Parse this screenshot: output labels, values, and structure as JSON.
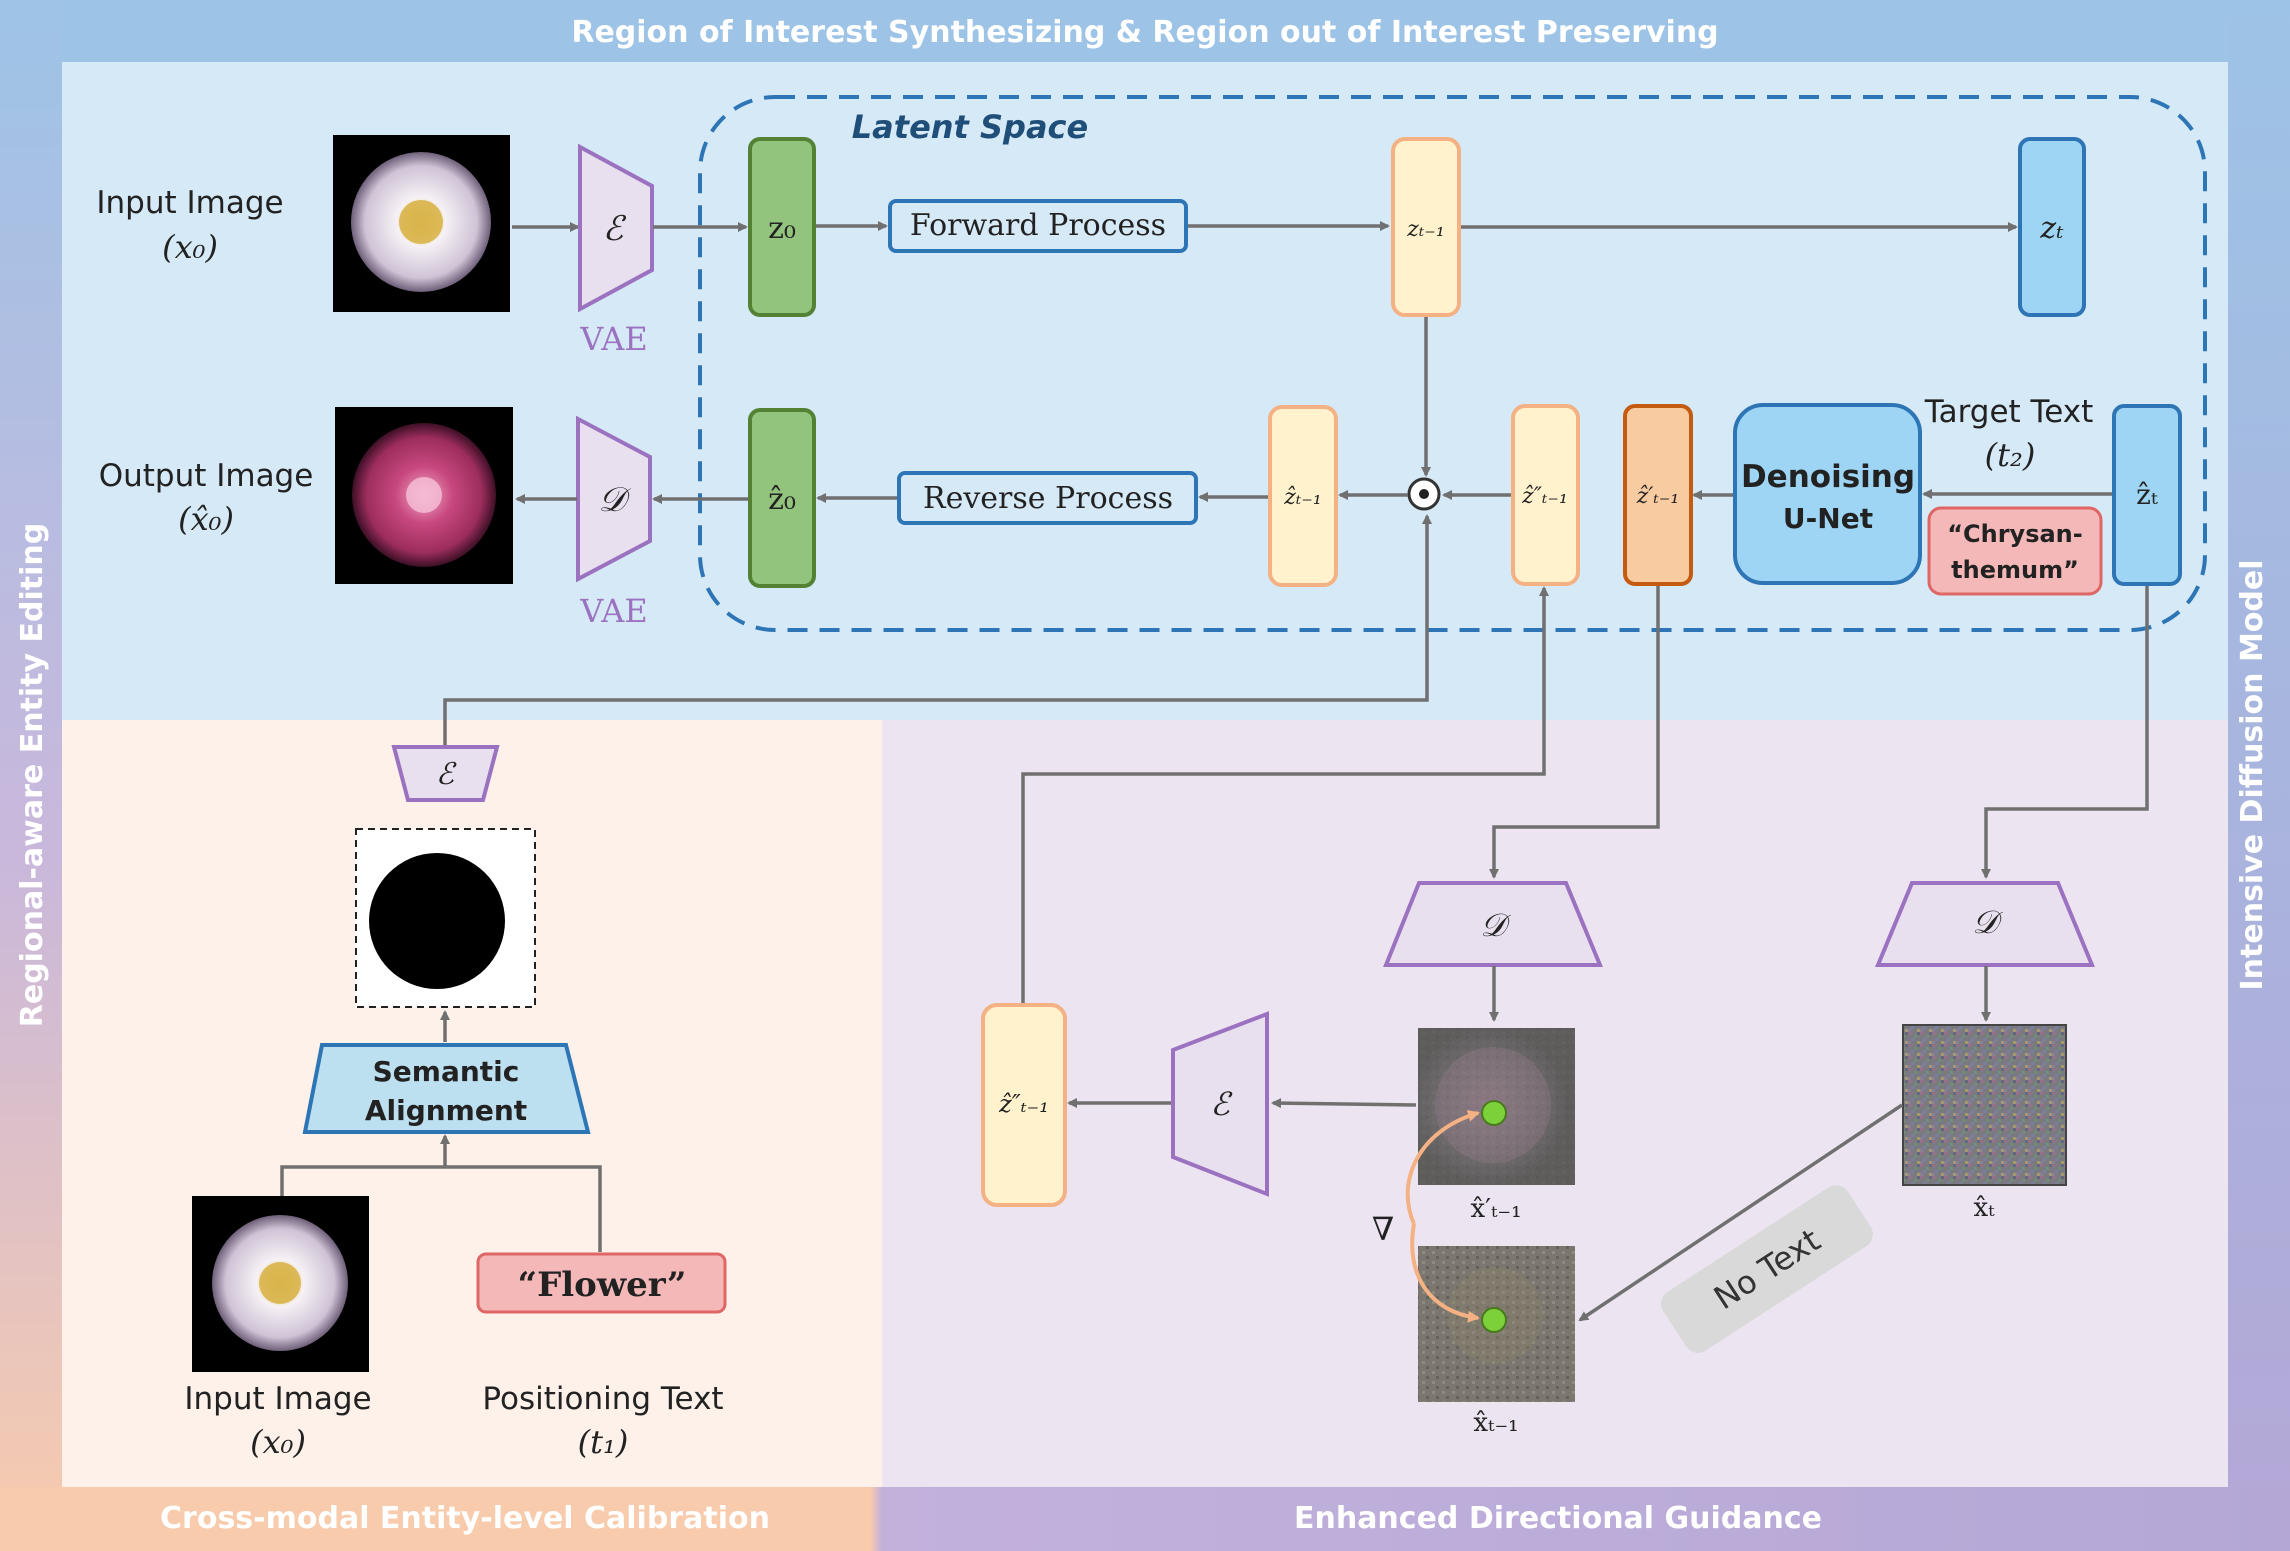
{
  "bands": {
    "top": "Region of Interest Synthesizing & Region out of Interest Preserving",
    "left": "Regional-aware Entity Editing",
    "right": "Intensive Diffusion Model",
    "bottom_left": "Cross-modal Entity-level Calibration",
    "bottom_right": "Enhanced Directional Guidance"
  },
  "latent_space": {
    "title": "Latent Space"
  },
  "input_image": {
    "label": "Input Image",
    "symbol": "(x₀)"
  },
  "output_image": {
    "label": "Output Image",
    "symbol": "(x̂₀)"
  },
  "encoder": {
    "symbol": "ℰ",
    "label": "VAE"
  },
  "decoder": {
    "symbol": "𝒟",
    "label": "VAE"
  },
  "latents": {
    "z0": "z₀",
    "zT_1": "zₜ₋₁",
    "zT": "zₜ",
    "zhat0": "ẑ₀",
    "zhatT_1": "ẑₜ₋₁",
    "zhatT_1_dd": "ẑ″ₜ₋₁",
    "zhatT_1_d": "ẑ′ₜ₋₁",
    "zhatT": "ẑₜ",
    "zhatT_1_dd_low": "ẑ″ₜ₋₁"
  },
  "processes": {
    "forward": "Forward Process",
    "reverse": "Reverse Process",
    "multiply": "⊙"
  },
  "unet": {
    "line1": "Denoising",
    "line2": "U-Net"
  },
  "target_text": {
    "label": "Target Text",
    "symbol": "(t₂)",
    "prompt_line1": "“Chrysan-",
    "prompt_line2": "themum”"
  },
  "calibration": {
    "encoder_symbol": "ℰ",
    "semantic_line1": "Semantic",
    "semantic_line2": "Alignment",
    "input_label": "Input Image",
    "input_symbol": "(x₀)",
    "positioning_label": "Positioning Text",
    "positioning_symbol": "(t₁)",
    "prompt": "“Flower”"
  },
  "guidance": {
    "decoder1": "𝒟",
    "decoder2": "𝒟",
    "encoder": "ℰ",
    "x_prime": "x̂′ₜ₋₁",
    "x_hat": "x̂ₜ₋₁",
    "x_T": "x̂ₜ",
    "gradient": "∇",
    "no_text": "No Text"
  },
  "colors": {
    "band_top": "#9dc3e6",
    "band_bottom_left": "#f8cbad",
    "band_bottom_right": "#b4a7d6",
    "latent_green": "#93c47d",
    "latent_yellow": "#fff2cc",
    "latent_orange": "#f8cba0",
    "latent_blue": "#9fd5f4",
    "vae_purple": "#9b72c0",
    "prompt_pink": "#f4b8b8"
  }
}
